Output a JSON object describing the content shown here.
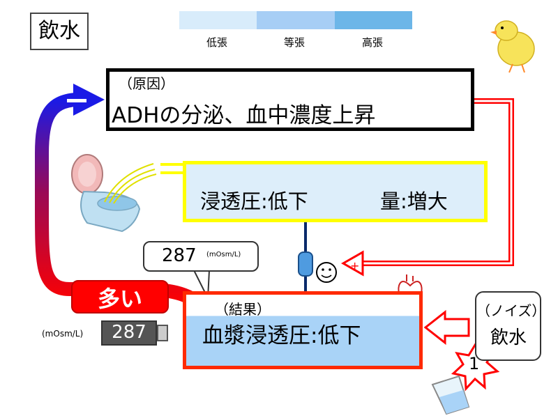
{
  "title": "飲水",
  "tonicity_scale": {
    "segments": [
      {
        "label": "低張",
        "color": "#d8ecfb"
      },
      {
        "label": "等張",
        "color": "#a7cef5"
      },
      {
        "label": "高張",
        "color": "#6cb6e8"
      }
    ]
  },
  "cause": {
    "tag": "（原因）",
    "text": "ADHの分泌、血中濃度上昇",
    "direction_icon": "down-arrow-icon"
  },
  "urine": {
    "osmolality": "浸透圧:低下",
    "volume": "量:増大"
  },
  "result": {
    "tag": "（結果）",
    "text": "血漿浸透圧:低下"
  },
  "callout": {
    "value": "287",
    "unit": "(mOsm/L)"
  },
  "status": {
    "label": "多い"
  },
  "meter": {
    "value": "287",
    "unit": "(mOsm/L)"
  },
  "noise": {
    "tag": "（ノイズ）",
    "text": "飲水",
    "badge": "1"
  },
  "feedback": {
    "negative_sign": "ー",
    "positive_sign": "+"
  },
  "colors": {
    "feedback_red": "#ff0000",
    "feedback_blue": "#1a1ae6",
    "cause_border": "#000000",
    "urine_border": "#ffff00",
    "result_border": "#ff2a00"
  }
}
